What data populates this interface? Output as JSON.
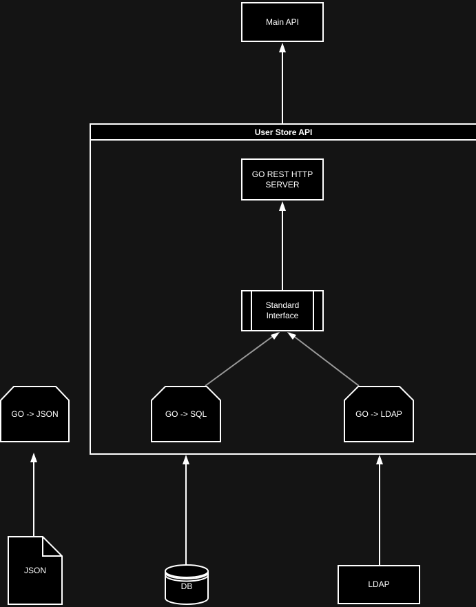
{
  "diagram": {
    "colors": {
      "background": "#141414",
      "node_fill": "#000000",
      "stroke": "#ffffff",
      "text": "#ffffff",
      "connector_gray": "#999999"
    },
    "nodes": {
      "main_api": {
        "label": "Main API"
      },
      "user_store_container": {
        "title": "User Store API"
      },
      "go_rest_server": {
        "label": "GO REST HTTP SERVER"
      },
      "standard_interface": {
        "label": "Standard Interface"
      },
      "go_json": {
        "label": "GO -> JSON"
      },
      "go_sql": {
        "label": "GO -> SQL"
      },
      "go_ldap": {
        "label": "GO -> LDAP"
      },
      "json_file": {
        "label": "JSON"
      },
      "db": {
        "label": "DB"
      },
      "ldap": {
        "label": "LDAP"
      }
    },
    "edges": [
      {
        "from": "user-store-api",
        "to": "main-api",
        "style": "white-arrow"
      },
      {
        "from": "standard-interface",
        "to": "go-rest-http-server",
        "style": "white-arrow"
      },
      {
        "from": "go-sql",
        "to": "standard-interface",
        "style": "gray-arrow"
      },
      {
        "from": "go-ldap",
        "to": "standard-interface",
        "style": "gray-arrow"
      },
      {
        "from": "json-file",
        "to": "go-json",
        "style": "white-arrow"
      },
      {
        "from": "db",
        "to": "user-store-api",
        "style": "white-arrow"
      },
      {
        "from": "ldap",
        "to": "user-store-api",
        "style": "white-arrow"
      }
    ]
  }
}
